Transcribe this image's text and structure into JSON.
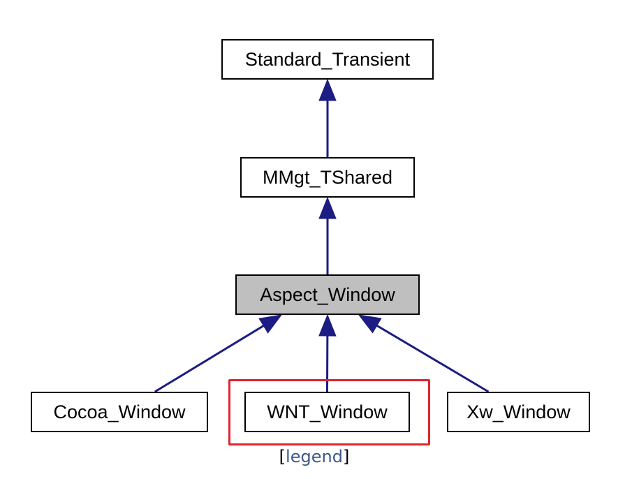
{
  "nodes": {
    "standard_transient": "Standard_Transient",
    "mmgt_tshared": "MMgt_TShared",
    "aspect_window": "Aspect_Window",
    "cocoa_window": "Cocoa_Window",
    "wnt_window": "WNT_Window",
    "xw_window": "Xw_Window"
  },
  "edges": [
    {
      "from": "mmgt_tshared",
      "to": "standard_transient"
    },
    {
      "from": "aspect_window",
      "to": "mmgt_tshared"
    },
    {
      "from": "cocoa_window",
      "to": "aspect_window"
    },
    {
      "from": "wnt_window",
      "to": "aspect_window"
    },
    {
      "from": "xw_window",
      "to": "aspect_window"
    }
  ],
  "current_node": "aspect_window",
  "highlighted_node": "wnt_window",
  "legend": {
    "open_bracket": "[",
    "link": "legend",
    "close_bracket": "]"
  },
  "colors": {
    "edge": "#1c1c82",
    "node_border": "#000000",
    "current_fill": "#bfbfbf",
    "highlight": "#e0242e",
    "link": "#3d578c"
  }
}
